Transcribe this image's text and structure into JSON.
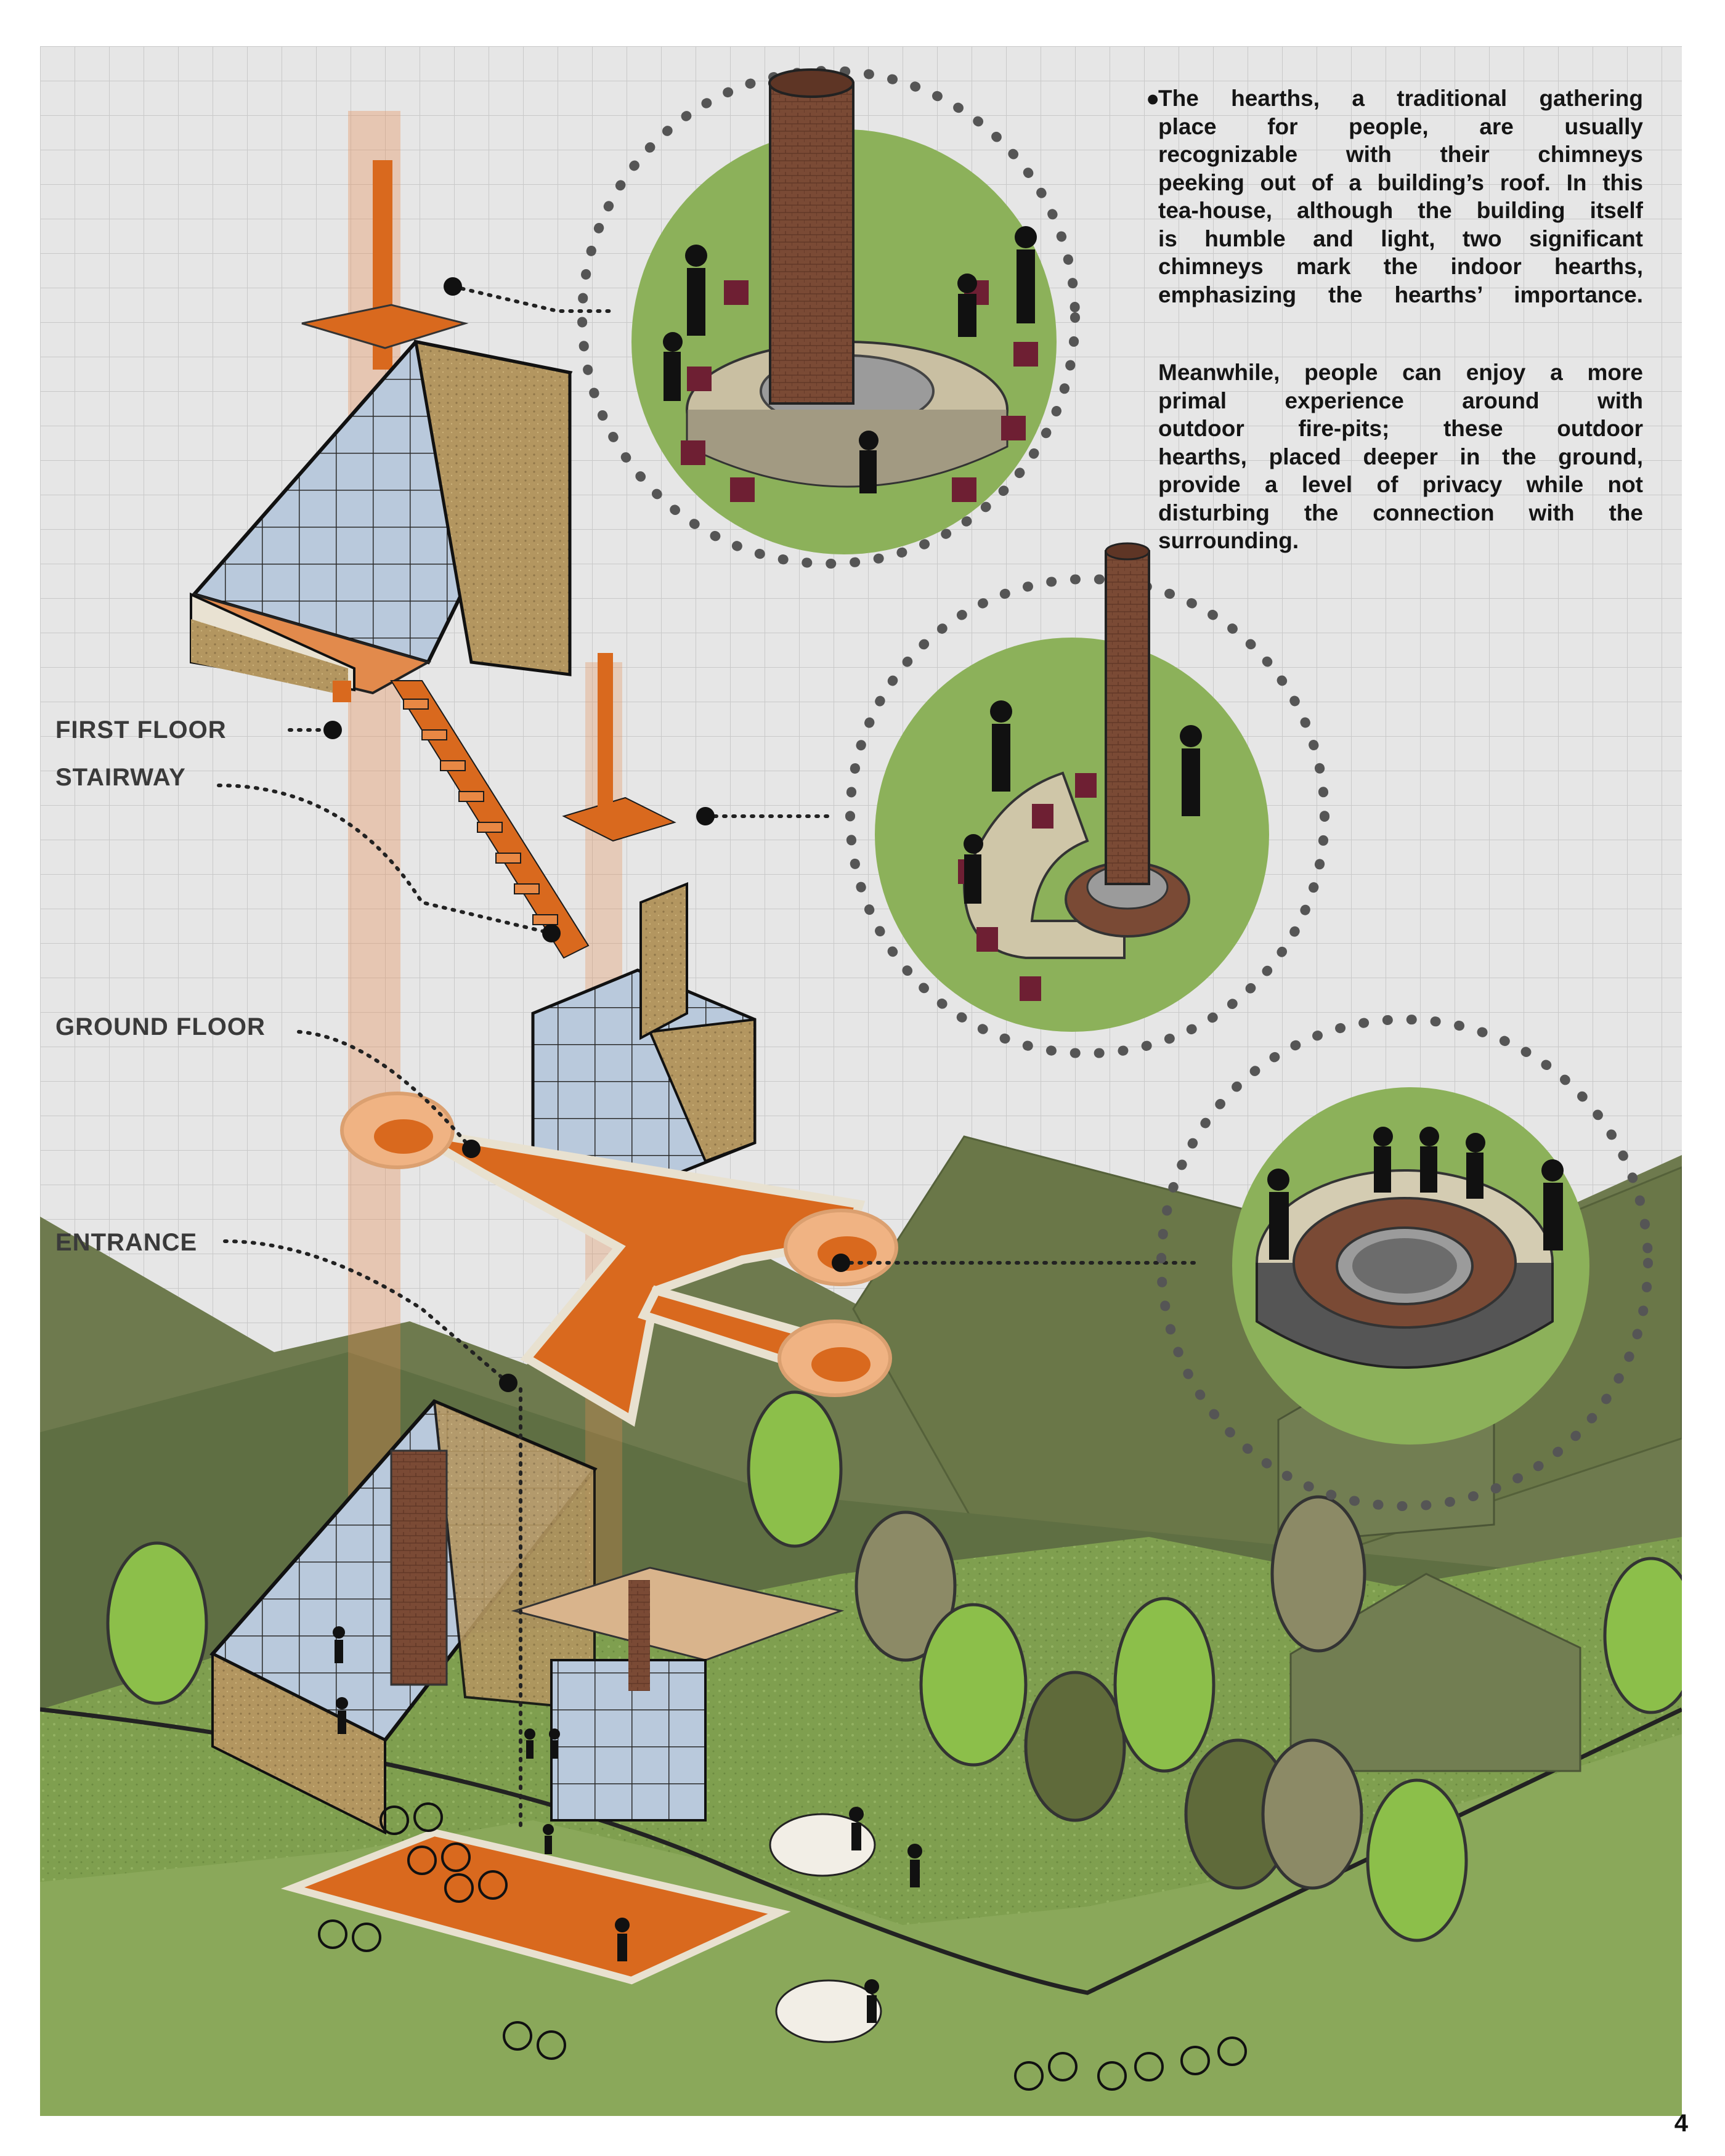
{
  "description": {
    "paragraph1": [
      "The hearths, a traditional gathering",
      "place for people, are usually",
      "recognizable with their chimneys",
      "peeking out of a building’s roof. In this",
      "tea-house, although the building itself",
      "is humble and light, two significant",
      "chimneys mark the indoor hearths,",
      "emphasizing the hearths’ importance."
    ],
    "paragraph2": [
      "Meanwhile, people can enjoy a more",
      "primal experience around with",
      "outdoor fire-pits; these outdoor",
      "hearths, placed deeper in the ground,",
      "provide a level of privacy while not",
      "disturbing the connection with the",
      "surrounding."
    ]
  },
  "labels": {
    "first_floor": "FIRST FLOOR",
    "stairway": "STAIRWAY",
    "ground_floor": "GROUND FLOOR",
    "entrance": "ENTRANCE"
  },
  "page_number": "4",
  "colors": {
    "accent_orange": "#d9691e",
    "grass": "#8cb15a",
    "hill": "#6e7a4e",
    "chimney": "#7a4a35",
    "chair": "#6e1f33"
  }
}
